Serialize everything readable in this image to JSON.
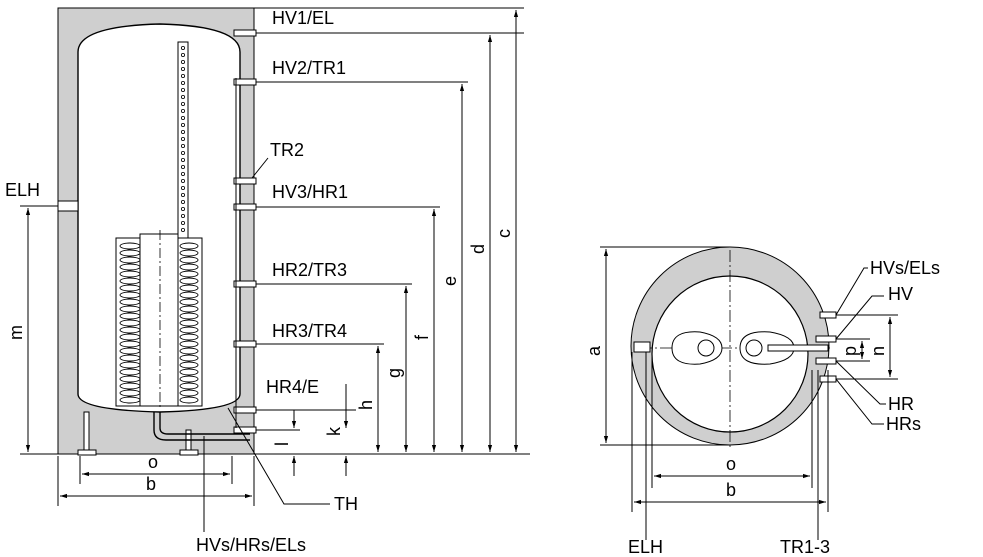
{
  "side_view": {
    "connections": [
      "HV1/EL",
      "HV2/TR1",
      "TR2",
      "HV3/HR1",
      "HR2/TR3",
      "HR3/TR4",
      "HR4/E",
      "TH"
    ],
    "left_label": "ELH",
    "bottom_label": "HVs/HRs/ELs",
    "dimensions": [
      "c",
      "d",
      "e",
      "f",
      "g",
      "h",
      "k",
      "l",
      "m",
      "o",
      "b"
    ]
  },
  "top_view": {
    "right_labels": [
      "HVs/ELs",
      "HV",
      "HR",
      "HRs"
    ],
    "dimensions": [
      "a",
      "p",
      "n",
      "o",
      "b"
    ],
    "bottom_labels": [
      "ELH",
      "TR1-3"
    ]
  },
  "colors": {
    "insulation": "#cfcfcf",
    "line": "#000000"
  }
}
